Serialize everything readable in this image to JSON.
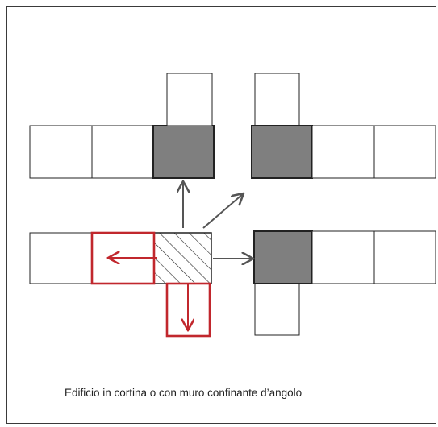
{
  "caption": "Edificio in cortina o con muro confinante d’angolo",
  "colors": {
    "frame_border": "#3a3a3a",
    "box_stroke": "#222222",
    "box_fill": "#ffffff",
    "shaded_fill": "#7f7f7f",
    "arrow_gray": "#555555",
    "highlight_red": "#c1272d",
    "hatch_stroke": "#222222"
  },
  "diagram": {
    "description_elements": {
      "top_left_group": "row of three blocks, rightmost shaded, with a block above the shaded one",
      "top_right_group": "row of three blocks, leftmost shaded, with a block above the shaded one",
      "bottom_left_group": "row of two blocks plus a hatched central block, the second block and the block below the hatched one outlined in red",
      "bottom_right_group": "row of three blocks, leftmost shaded, with a block below the shaded one"
    }
  }
}
